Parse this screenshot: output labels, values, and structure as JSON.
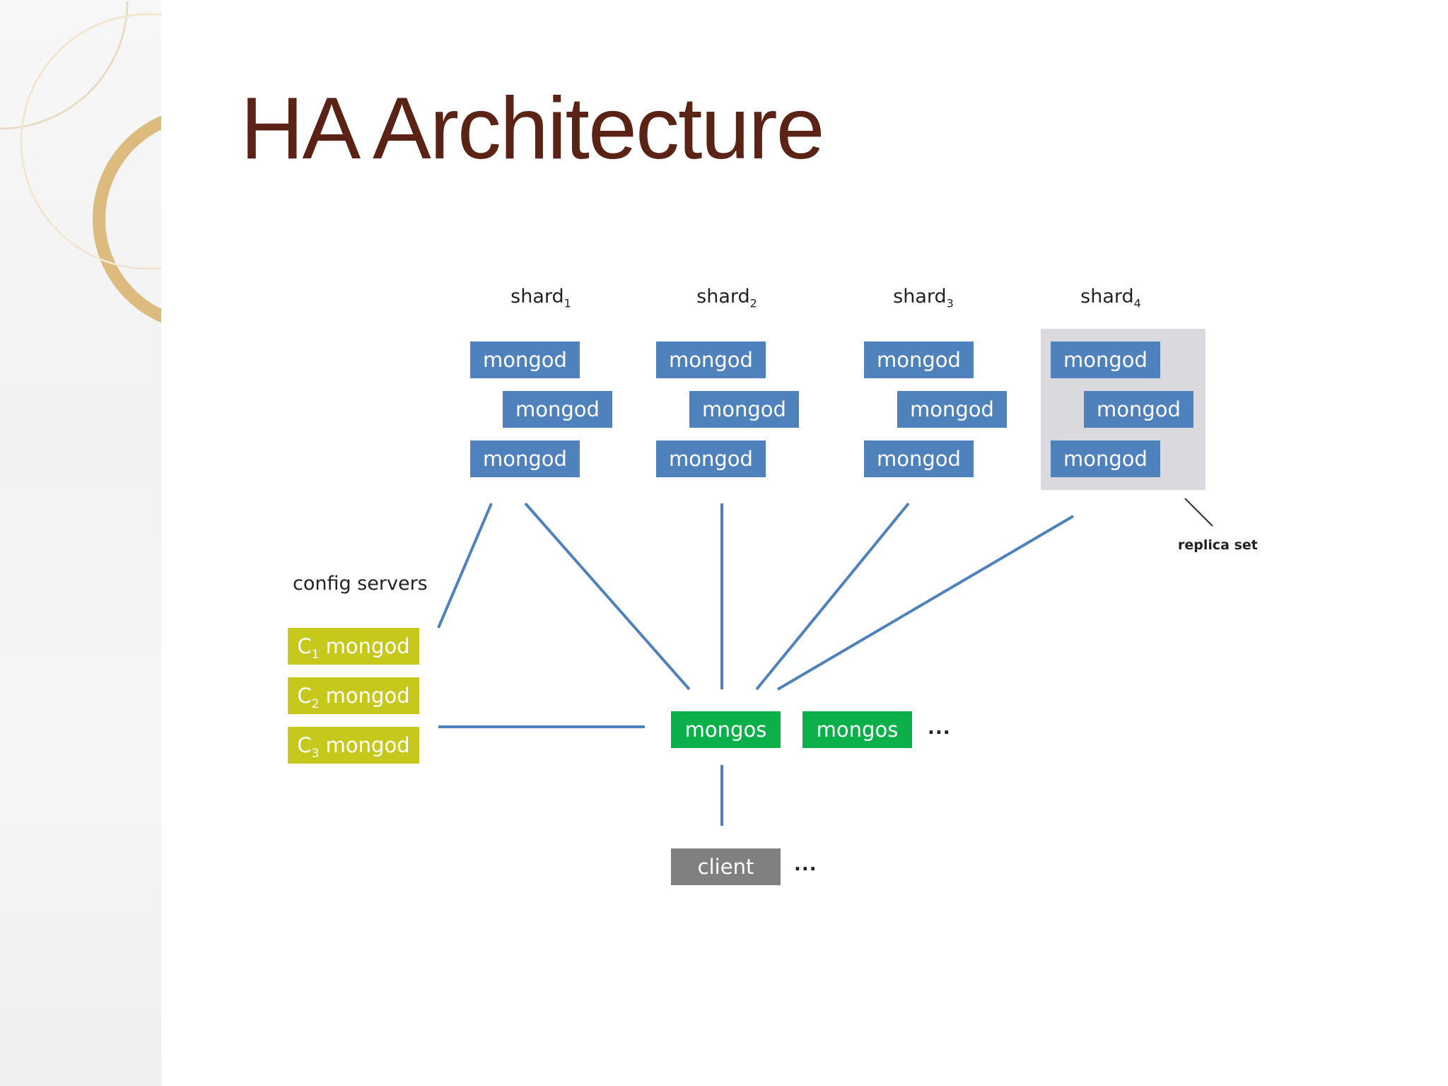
{
  "slide": {
    "title": "HA Architecture"
  },
  "colors": {
    "title": "#5b2316",
    "mongod": "#4f81bd",
    "config": "#c7c81c",
    "mongos": "#0cb04a",
    "client": "#808080",
    "replica_set_bg": "#d9d9de",
    "connector": "#4f81bd"
  },
  "diagram": {
    "shards": [
      {
        "name": "shard",
        "sub": "1",
        "nodes": [
          "mongod",
          "mongod",
          "mongod"
        ]
      },
      {
        "name": "shard",
        "sub": "2",
        "nodes": [
          "mongod",
          "mongod",
          "mongod"
        ]
      },
      {
        "name": "shard",
        "sub": "3",
        "nodes": [
          "mongod",
          "mongod",
          "mongod"
        ]
      },
      {
        "name": "shard",
        "sub": "4",
        "nodes": [
          "mongod",
          "mongod",
          "mongod"
        ]
      }
    ],
    "replica_set_label": "replica set",
    "config_servers": {
      "label": "config servers",
      "items": [
        {
          "prefix": "C",
          "sub": "1",
          "name": "mongod"
        },
        {
          "prefix": "C",
          "sub": "2",
          "name": "mongod"
        },
        {
          "prefix": "C",
          "sub": "3",
          "name": "mongod"
        }
      ]
    },
    "routers": [
      "mongos",
      "mongos"
    ],
    "routers_more": "...",
    "client": "client",
    "client_more": "..."
  }
}
